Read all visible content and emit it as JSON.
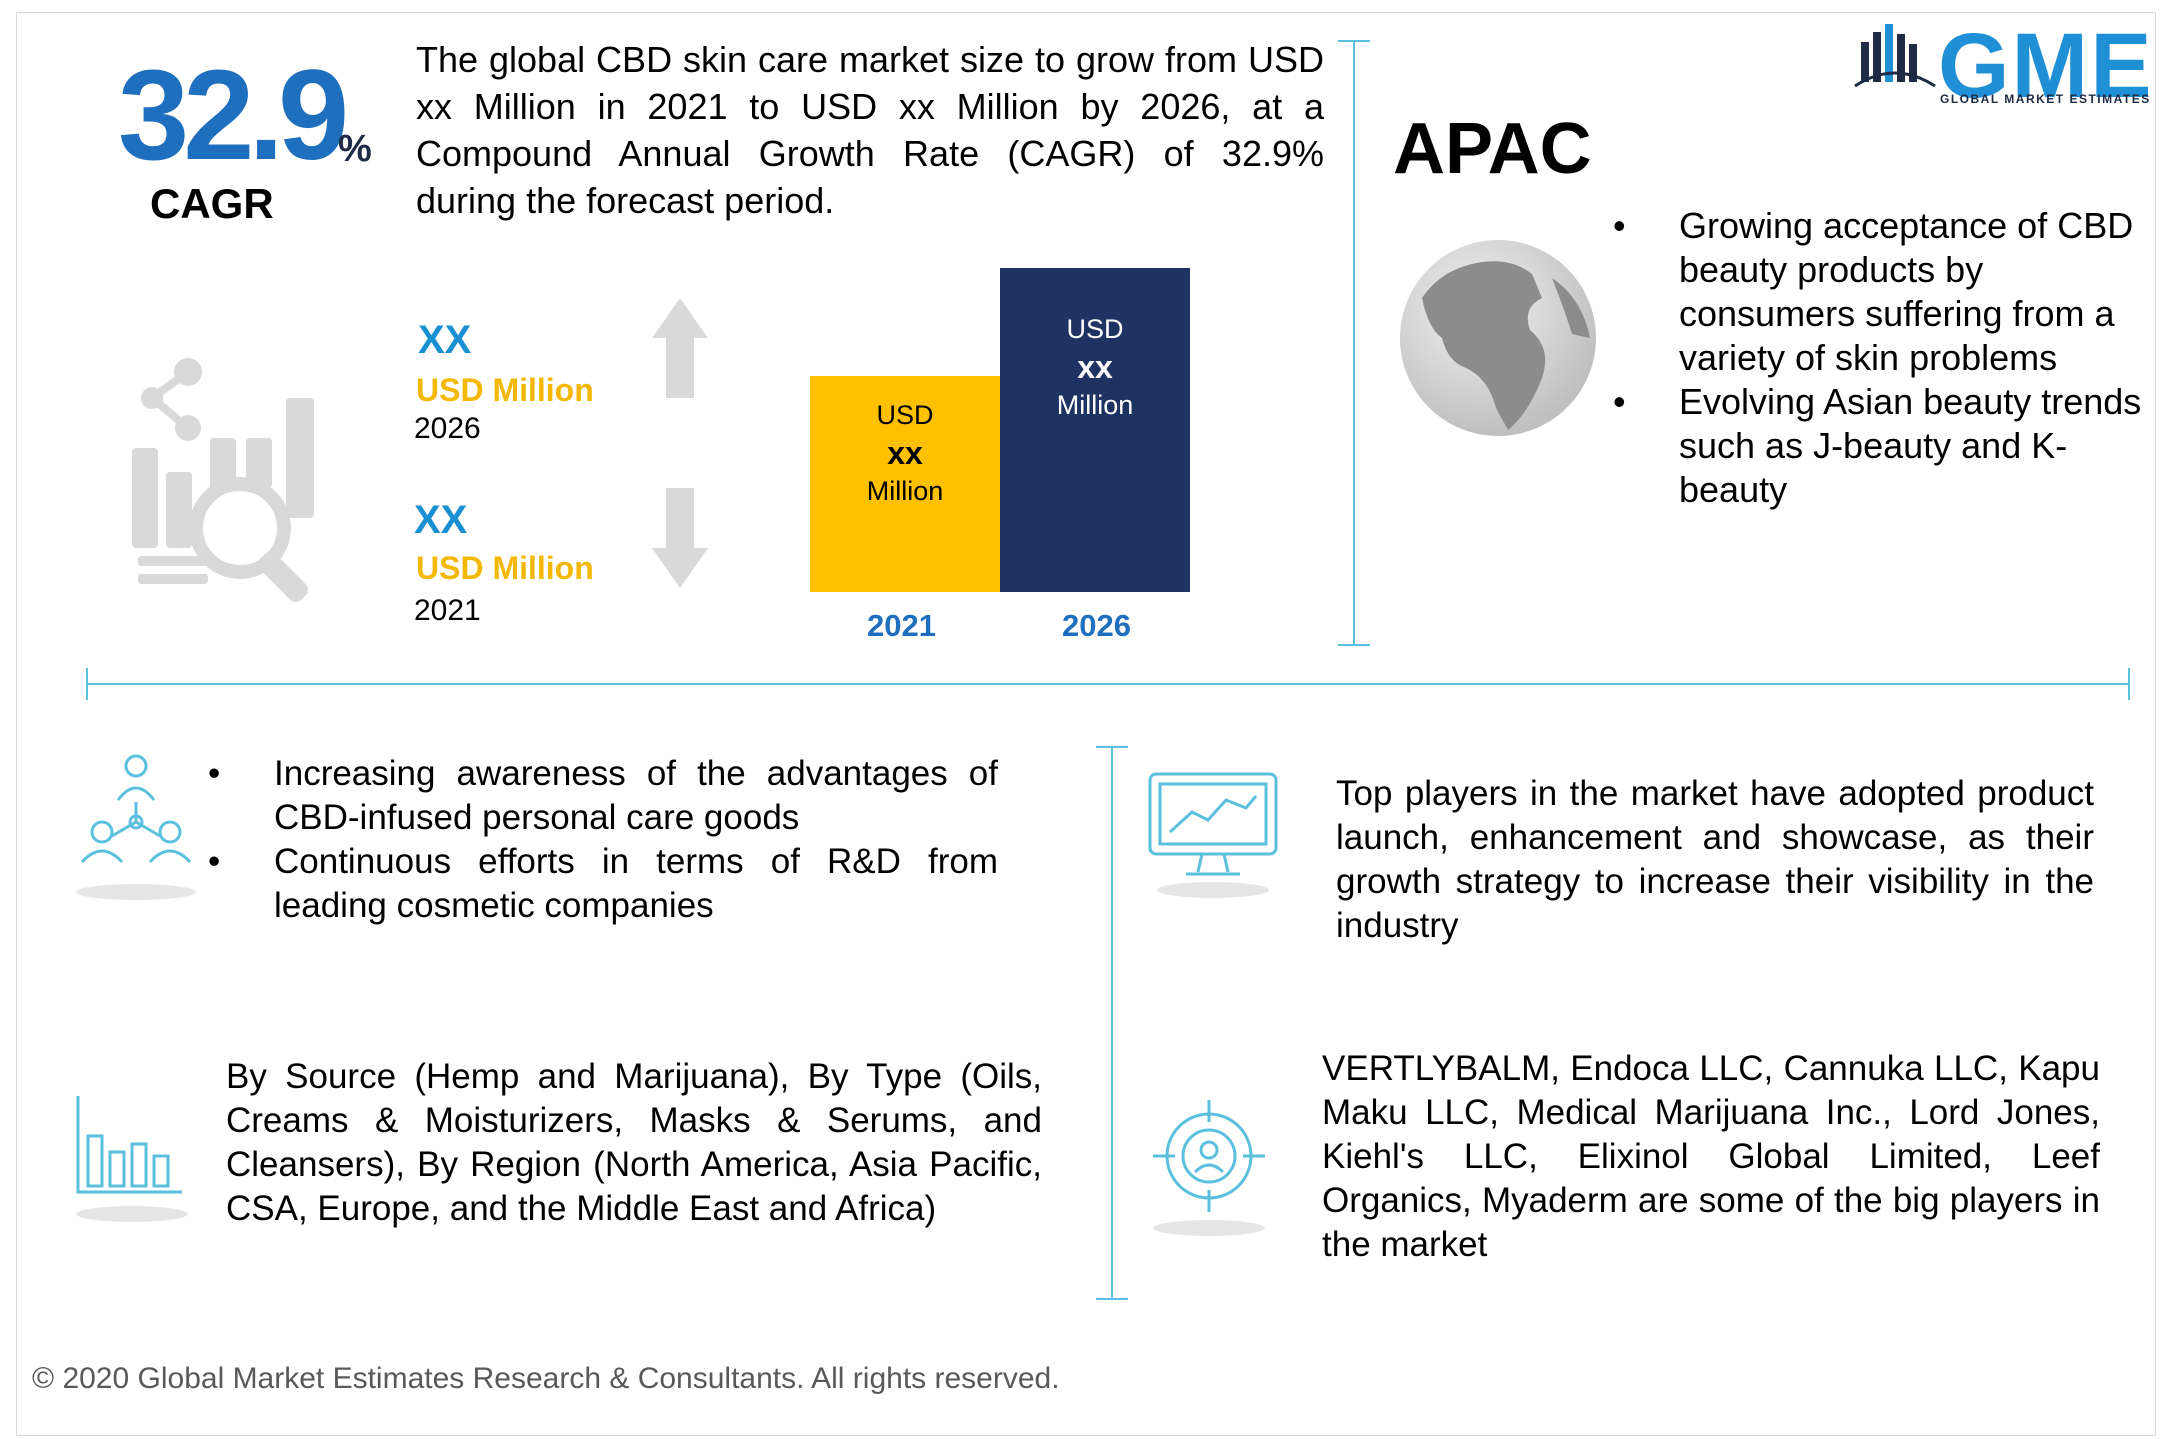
{
  "header": {
    "cagr_value": "32.9",
    "cagr_percent": "%",
    "cagr_label": "CAGR",
    "summary": "The global CBD skin care market size to grow from USD xx Million in 2021 to USD xx Million by 2026, at a Compound Annual Growth Rate (CAGR) of 32.9% during the forecast period."
  },
  "logo": {
    "text": "GME",
    "subtitle": "GLOBAL MARKET ESTIMATES"
  },
  "forecast": {
    "value_2026": "XX",
    "unit_2026": "USD Million",
    "year_2026": "2026",
    "value_2021": "XX",
    "unit_2021": "USD Million",
    "year_2021": "2021"
  },
  "chart_data": {
    "type": "bar",
    "categories": [
      "2021",
      "2026"
    ],
    "bars": [
      {
        "currency": "USD",
        "value": "xx",
        "unit": "Million"
      },
      {
        "currency": "USD",
        "value": "xx",
        "unit": "Million"
      }
    ]
  },
  "region": {
    "title": "APAC",
    "bullets": [
      "Growing acceptance of CBD beauty products by consumers suffering from a variety of skin problems",
      "Evolving Asian beauty trends such as J-beauty and K-beauty"
    ]
  },
  "drivers": {
    "bullets": [
      "Increasing awareness of the advantages of CBD-infused personal care goods",
      "Continuous efforts in terms of R&D from leading cosmetic companies"
    ]
  },
  "strategy": {
    "text": "Top players in the market have adopted product launch, enhancement and showcase, as their growth strategy to increase their visibility in the industry"
  },
  "segments": {
    "text": "By Source (Hemp and Marijuana), By Type (Oils, Creams & Moisturizers, Masks & Serums, and Cleansers), By Region (North America, Asia Pacific, CSA, Europe, and the Middle East and Africa)"
  },
  "players": {
    "text": "VERTLYBALM, Endoca LLC, Cannuka LLC, Kapu Maku LLC, Medical Marijuana Inc., Lord Jones, Kiehl's LLC, Elixinol Global Limited, Leef Organics, Myaderm are some of the big players in the market"
  },
  "footer": {
    "copyright": "© 2020 Global Market Estimates Research & Consultants. All rights reserved."
  },
  "colors": {
    "brand_blue": "#1f6fbf",
    "accent_cyan": "#1a8fd1",
    "gold": "#ffc000",
    "navy": "#1e3362",
    "line": "#5bc0de"
  }
}
